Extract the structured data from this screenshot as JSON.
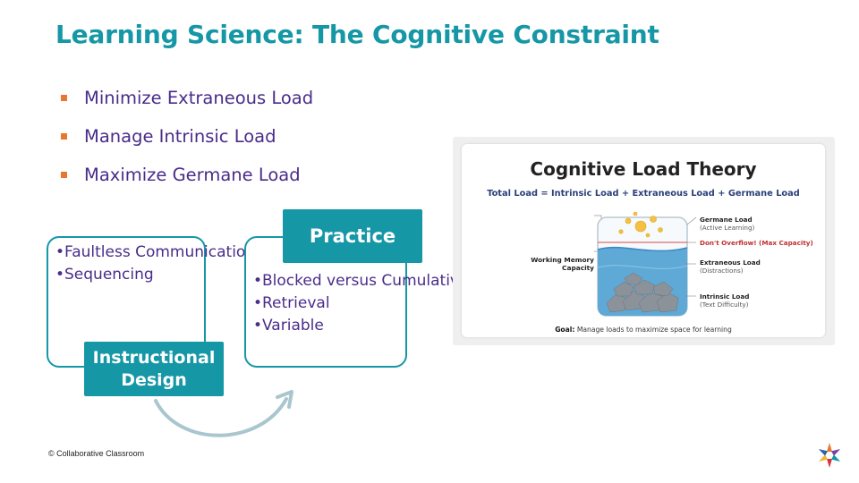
{
  "title": "Learning Science: The Cognitive Constraint",
  "bullets": [
    "Minimize Extraneous Load",
    "Manage Intrinsic Load",
    "Maximize Germane Load"
  ],
  "instructional_design": {
    "label": "Instructional Design",
    "items": [
      "Faultless Communication",
      "Sequencing"
    ]
  },
  "practice": {
    "label": "Practice",
    "items": [
      "Blocked versus Cumulative",
      "Retrieval",
      "Variable"
    ]
  },
  "figure": {
    "title": "Cognitive Load Theory",
    "equation": "Total Load = Intrinsic Load + Extraneous Load + Germane Load",
    "working_memory": "Working Memory Capacity",
    "germane": {
      "name": "Germane Load",
      "sub": "(Active Learning)"
    },
    "overflow": "Don't Overflow! (Max Capacity)",
    "extraneous": {
      "name": "Extraneous Load",
      "sub": "(Distractions)"
    },
    "intrinsic": {
      "name": "Intrinsic Load",
      "sub": "(Text Difficulty)"
    },
    "goal_label": "Goal:",
    "goal_text": " Manage loads to maximize space for learning"
  },
  "footer": {
    "copyright": "© Collaborative Classroom"
  },
  "colors": {
    "accent": "#1697a6",
    "bullet": "#e8762c",
    "text": "#4a2c8a"
  }
}
